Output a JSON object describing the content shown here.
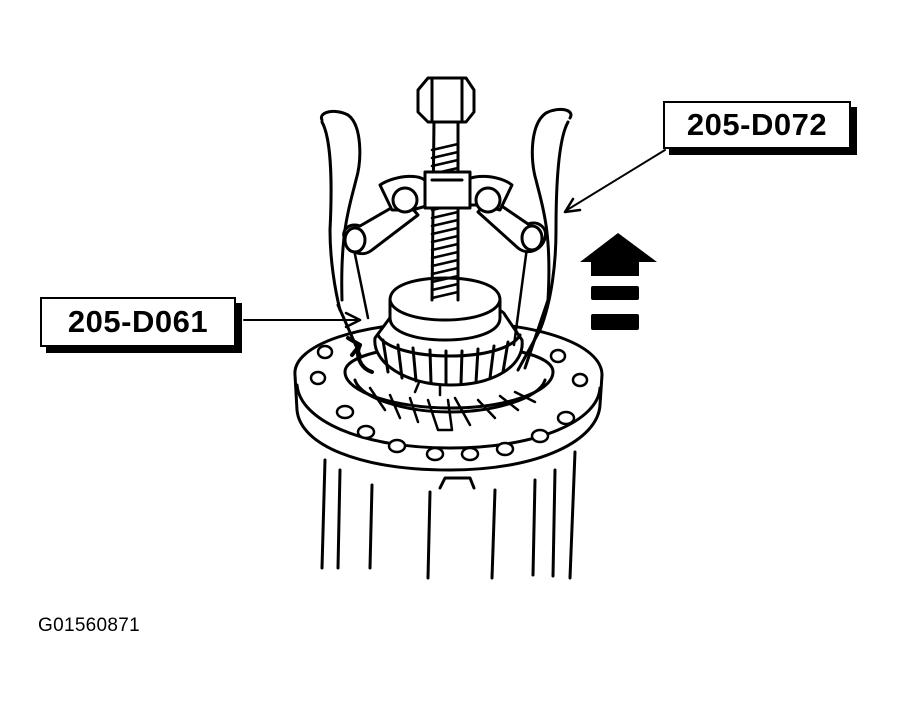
{
  "callouts": {
    "tool_upper": "205-D072",
    "tool_lower": "205-D061"
  },
  "figure_id": "G01560871",
  "colors": {
    "ink": "#000000",
    "paper": "#ffffff"
  },
  "icons": [
    "up-arrow-icon"
  ]
}
